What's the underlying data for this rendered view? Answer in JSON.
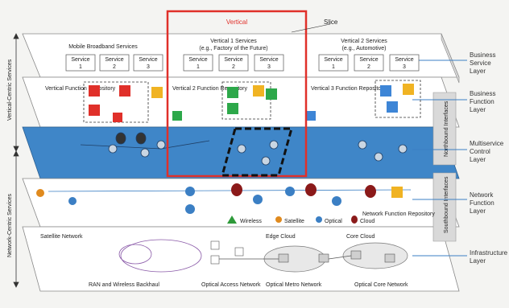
{
  "vertical_label": "Vertical",
  "slice_label": "Slice",
  "layer_groups": [
    {
      "label": "Vertical-Centric Services"
    },
    {
      "label": "Network-Centric Services"
    }
  ],
  "side_interfaces": [
    "Northbound Interfaces",
    "Southbound Interfaces"
  ],
  "layers": [
    {
      "name": "Business Service Layer"
    },
    {
      "name": "Business Function Layer"
    },
    {
      "name": "Multiservice Control Layer"
    },
    {
      "name": "Network Function Layer"
    },
    {
      "name": "Infrastructure Layer"
    }
  ],
  "service_groups": [
    {
      "title": "Mobile Broadband Services",
      "subtitle": "",
      "services": [
        {
          "name": "Service",
          "num": "1"
        },
        {
          "name": "Service",
          "num": "2"
        },
        {
          "name": "Service",
          "num": "3"
        }
      ]
    },
    {
      "title": "Vertical 1 Services",
      "subtitle": "(e.g., Factory of the Future)",
      "services": [
        {
          "name": "Service",
          "num": "1"
        },
        {
          "name": "Service",
          "num": "2"
        },
        {
          "name": "Service",
          "num": "3"
        }
      ]
    },
    {
      "title": "Vertical 2 Services",
      "subtitle": "(e.g., Automotive)",
      "services": [
        {
          "name": "Service",
          "num": "1"
        },
        {
          "name": "Service",
          "num": "2"
        },
        {
          "name": "Service",
          "num": "3"
        }
      ]
    }
  ],
  "repositories": {
    "vertical": "Vertical Function Repository",
    "vertical2": "Vertical 2 Function Repository",
    "vertical3": "Vertical 3 Function Repository",
    "network": "Network Function Repository"
  },
  "legend": [
    {
      "label": "Wireless",
      "color": "#2e9a3a"
    },
    {
      "label": "Satellite",
      "color": "#e08a1e"
    },
    {
      "label": "Optical",
      "color": "#3b7fc4"
    },
    {
      "label": "Cloud",
      "color": "#8b1a1a"
    }
  ],
  "infrastructure": {
    "satellite_network": "Satellite Network",
    "edge_cloud": "Edge Cloud",
    "core_cloud": "Core Cloud",
    "ran": "RAN and Wireless Backhaul",
    "optical_access": "Optical Access Network",
    "optical_metro": "Optical Metro Network",
    "optical_core": "Optical Core Network"
  },
  "colors": {
    "vertical_box": "#e0302a",
    "control_layer": "#3f86c8",
    "function_red": "#e0302a",
    "function_green": "#2da84a",
    "function_yellow": "#f0b323",
    "function_blue": "#3d85d6"
  }
}
